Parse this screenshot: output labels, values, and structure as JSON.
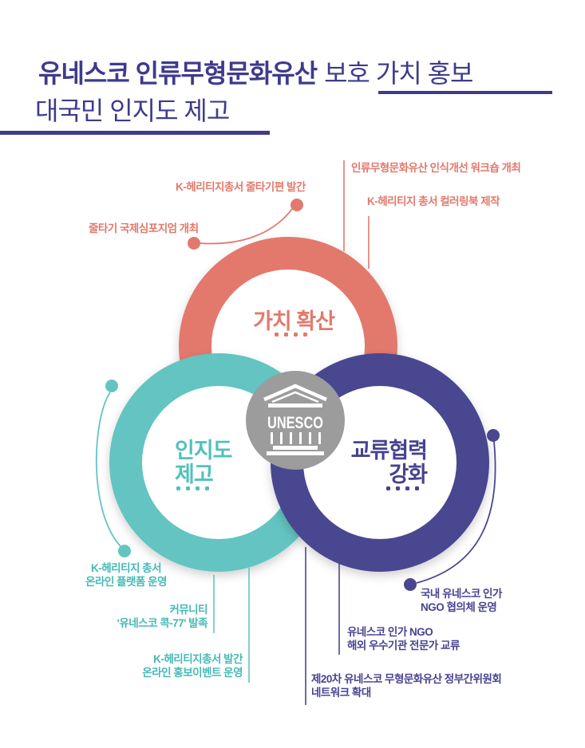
{
  "header": {
    "title_line1_bold": "유네스코 인류무형문화유산",
    "title_line1_underlined": "보호 가치 홍보",
    "title_line2": "대국민 인지도 제고"
  },
  "center": {
    "logo_text": "UNESCO"
  },
  "circles": {
    "top": {
      "label": "가치 확산",
      "color": "#E2796C"
    },
    "left": {
      "label_line1": "인지도",
      "label_line2": "제고",
      "color": "#64C4C1"
    },
    "right": {
      "label_line1": "교류협력",
      "label_line2": "강화",
      "color": "#4A4690"
    }
  },
  "callouts": {
    "coral": [
      {
        "text": "K-헤리티지총서 줄타기편 발간"
      },
      {
        "text": "줄타기 국제심포지엄 개최"
      },
      {
        "text": "인류무형문화유산 인식개선 워크숍 개최"
      },
      {
        "text": "K-헤리티지 총서 컬러링북 제작"
      }
    ],
    "teal": [
      {
        "line1": "K-헤리티지 총서",
        "line2": "온라인 플랫폼 운영"
      },
      {
        "line1": "커뮤니티",
        "line2": "'유네스코 콕-77' 발족"
      },
      {
        "line1": "K-헤리티지총서 발간",
        "line2": "온라인 홍보이벤트 운영"
      }
    ],
    "navy": [
      {
        "line1": "국내 유네스코 인가",
        "line2": "NGO 협의체 운영"
      },
      {
        "line1": "유네스코 인가 NGO",
        "line2": "해외 우수기관 전문가 교류"
      },
      {
        "line1": "제20차 유네스코 무형문화유산 정부간위원회",
        "line2": "네트워크 확대"
      }
    ]
  },
  "colors": {
    "coral": "#E2796C",
    "teal": "#64C4C1",
    "navy": "#4A4690",
    "title_navy": "#3E3B8C",
    "logo_gray": "#9C9C9C",
    "background": "#FFFFFF"
  }
}
